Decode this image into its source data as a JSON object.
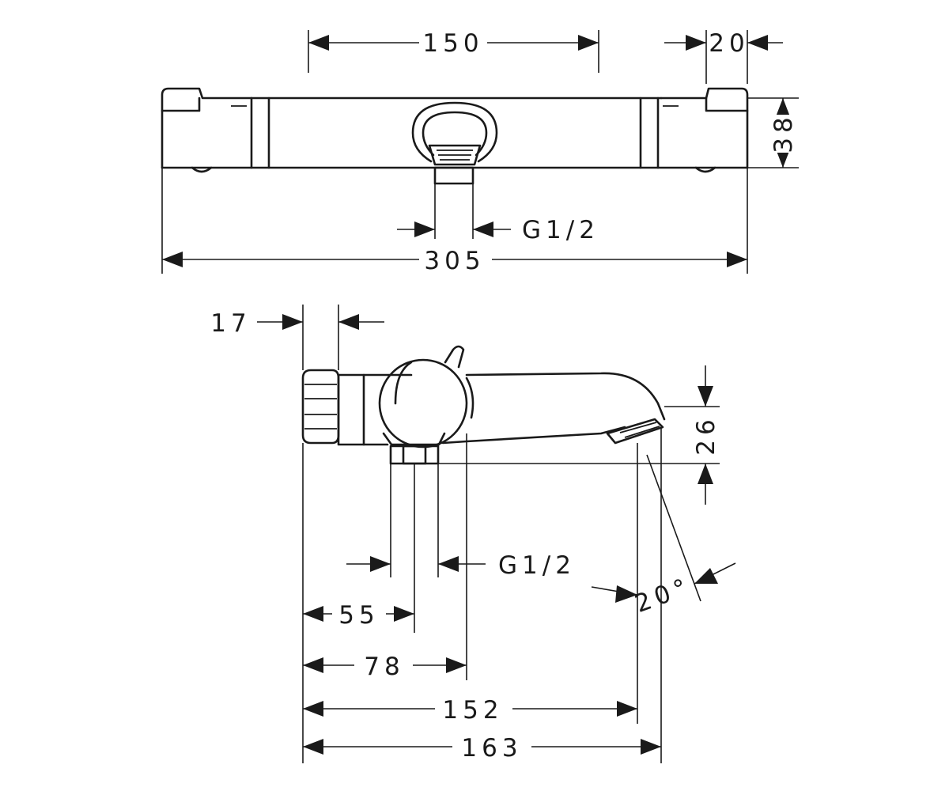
{
  "top_view": {
    "dim_center_spacing": "150",
    "dim_end_cap": "20",
    "dim_height": "38",
    "dim_outlet": "G1/2",
    "dim_total_length": "305"
  },
  "side_view": {
    "dim_depth_offset": "17",
    "dim_height_spout": "26",
    "dim_outlet": "G1/2",
    "dim_angle": "20°",
    "dim_55": "55",
    "dim_78": "78",
    "dim_152": "152",
    "dim_163": "163"
  },
  "colors": {
    "ink": "#1a1a1a",
    "paper": "#ffffff"
  }
}
